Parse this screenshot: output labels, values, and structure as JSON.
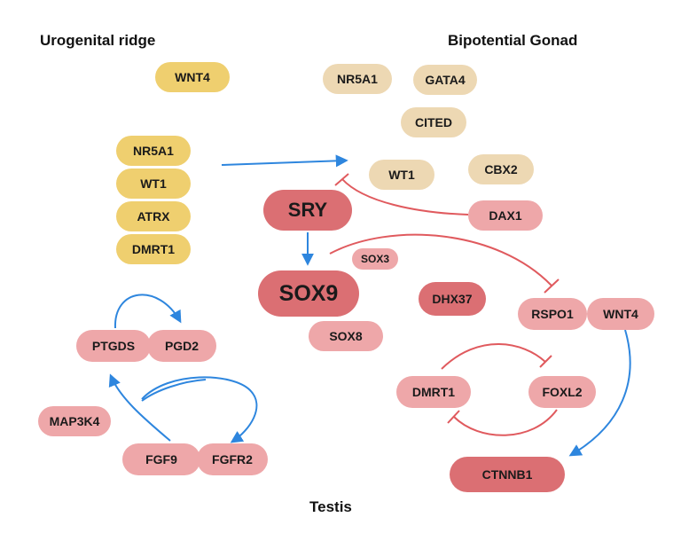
{
  "titles": {
    "urogenital": "Urogenital ridge",
    "bipotential": "Bipotential Gonad",
    "testis": "Testis"
  },
  "colors": {
    "yellow": "#efcf6f",
    "beige": "#edd8b3",
    "pink": "#eea7a9",
    "red": "#db6f73",
    "activation_arrow": "#2e86de",
    "inhibition_line": "#e05a5e"
  },
  "nodes": {
    "ur_wnt4": "WNT4",
    "ur_nr5a1": "NR5A1",
    "ur_wt1": "WT1",
    "ur_atrx": "ATRX",
    "ur_dmrt1": "DMRT1",
    "bg_nr5a1": "NR5A1",
    "bg_gata4": "GATA4",
    "bg_cited": "CITED",
    "bg_wt1": "WT1",
    "bg_cbx2": "CBX2",
    "dax1": "DAX1",
    "sry": "SRY",
    "sox9": "SOX9",
    "sox3": "SOX3",
    "sox8": "SOX8",
    "dhx37": "DHX37",
    "rspo1": "RSPO1",
    "wnt4": "WNT4",
    "dmrt1": "DMRT1",
    "foxl2": "FOXL2",
    "ctnnb1": "CTNNB1",
    "ptgds": "PTGDS",
    "pgd2": "PGD2",
    "map3k4": "MAP3K4",
    "fgf9": "FGF9",
    "fgfr2": "FGFR2"
  },
  "edges": [
    {
      "from": "ur_nr5a1",
      "to": "bg_wt1",
      "type": "activation"
    },
    {
      "from": "dax1",
      "to": "sry",
      "type": "inhibition"
    },
    {
      "from": "sry",
      "to": "sox9",
      "type": "activation"
    },
    {
      "from": "sox3",
      "to": "rspo1",
      "type": "inhibition"
    },
    {
      "from": "wnt4",
      "to": "ctnnb1",
      "type": "activation"
    },
    {
      "from": "dmrt1",
      "to": "foxl2",
      "type": "inhibition"
    },
    {
      "from": "foxl2",
      "to": "dmrt1",
      "type": "inhibition"
    },
    {
      "from": "ptgds",
      "to": "pgd2",
      "type": "activation"
    },
    {
      "from": "fgf9",
      "to": "ptgds",
      "type": "activation"
    },
    {
      "from": "pgd2",
      "to": "fgfr2",
      "type": "activation"
    }
  ]
}
